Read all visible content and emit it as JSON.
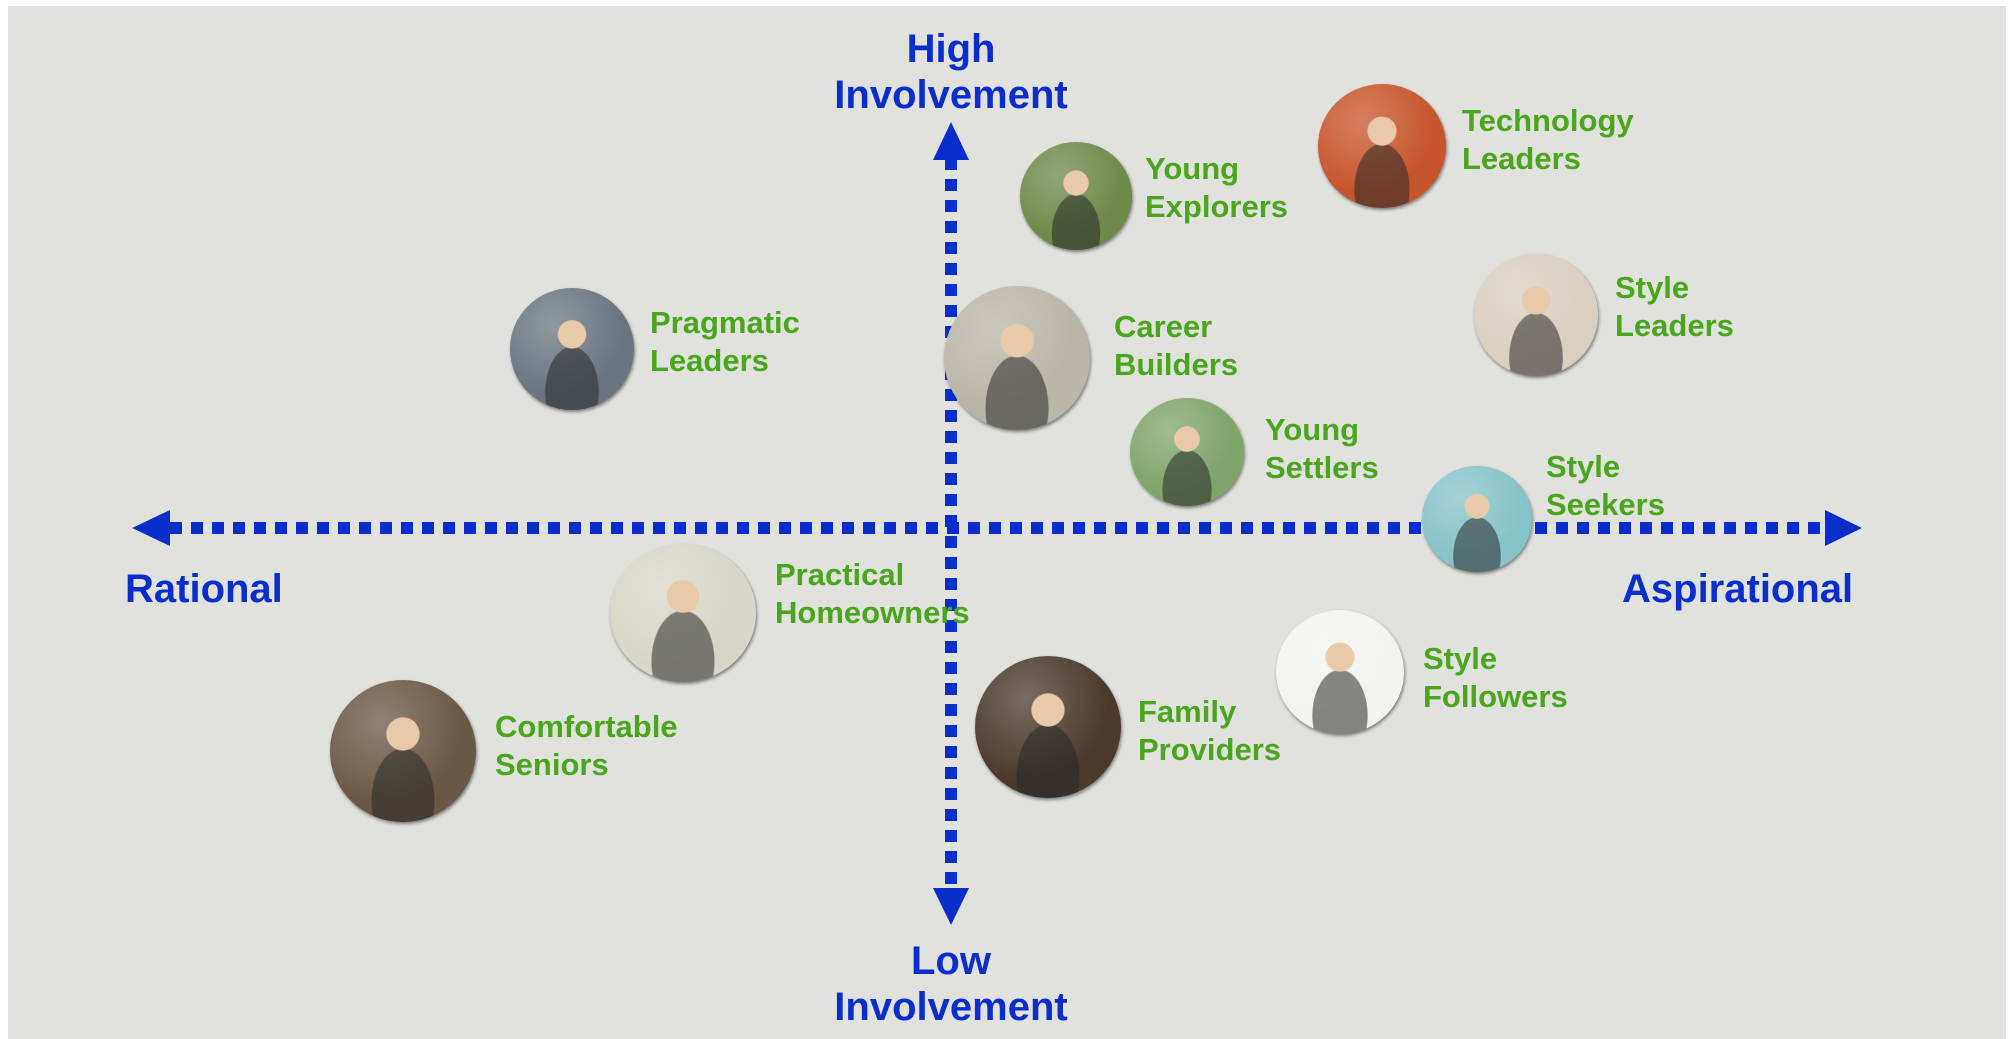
{
  "axes": {
    "top": [
      "High",
      "Involvement"
    ],
    "bottom": [
      "Low",
      "Involvement"
    ],
    "left": "Rational",
    "right": "Aspirational",
    "color": "#0a2ecc"
  },
  "label_color": "#4aa61c",
  "segments": [
    {
      "id": "technology-leaders",
      "lines": [
        "Technology",
        "Leaders"
      ],
      "photo_bg": "#c7552c"
    },
    {
      "id": "young-explorers",
      "lines": [
        "Young",
        "Explorers"
      ],
      "photo_bg": "#6e8a48"
    },
    {
      "id": "pragmatic-leaders",
      "lines": [
        "Pragmatic",
        "Leaders"
      ],
      "photo_bg": "#6b7580"
    },
    {
      "id": "career-builders",
      "lines": [
        "Career",
        "Builders"
      ],
      "photo_bg": "#b9b5a8"
    },
    {
      "id": "style-leaders",
      "lines": [
        "Style",
        "Leaders"
      ],
      "photo_bg": "#d9cfc0"
    },
    {
      "id": "young-settlers",
      "lines": [
        "Young",
        "Settlers"
      ],
      "photo_bg": "#7fa56a"
    },
    {
      "id": "style-seekers",
      "lines": [
        "Style",
        "Seekers"
      ],
      "photo_bg": "#86c3c8"
    },
    {
      "id": "practical-homeowners",
      "lines": [
        "Practical",
        "Homeowners"
      ],
      "photo_bg": "#d8d6c8"
    },
    {
      "id": "style-followers",
      "lines": [
        "Style",
        "Followers"
      ],
      "photo_bg": "#f2f2f0"
    },
    {
      "id": "family-providers",
      "lines": [
        "Family",
        "Providers"
      ],
      "photo_bg": "#4b3a2c"
    },
    {
      "id": "comfortable-seniors",
      "lines": [
        "Comfortable",
        "Seniors"
      ],
      "photo_bg": "#6a5846"
    }
  ]
}
